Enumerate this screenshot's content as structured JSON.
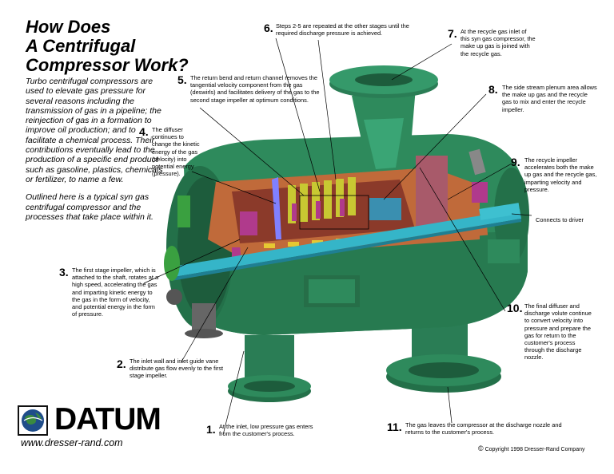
{
  "title": "How Does\nA Centrifugal\nCompressor Work?",
  "intro": [
    "Turbo centrifugal compressors are used to elevate gas pressure for several reasons including the transmission of gas in a pipeline; the reinjection of gas in a formation to improve oil production; and to facilitate a chemical process. Their contributions eventually lead to the production of a specific end product such as gasoline, plastics, chemicals or fertilizer, to name a few.",
    "Outlined here is a typical syn gas centrifugal compressor and the processes that take place within it."
  ],
  "callouts": [
    {
      "num": "1.",
      "text": "At the inlet, low pressure gas enters from the customer's process."
    },
    {
      "num": "2.",
      "text": "The inlet wall and inlet guide vane distribute gas flow evenly to the first stage impeller."
    },
    {
      "num": "3.",
      "text": "The first stage impeller, which is attached to the shaft, rotates at a high speed, accelerating the gas and imparting kinetic energy to the gas in the form of velocity, and potential energy in the form of pressure."
    },
    {
      "num": "4.",
      "text": "The diffuser continues to change the kinetic energy of the gas (velocity) into potential energy (pressure)."
    },
    {
      "num": "5.",
      "text": "The return bend and return channel removes the tangential velocity component from the gas (deswirls) and facilitates delivery of the gas to the second stage impeller at optimum conditions."
    },
    {
      "num": "6.",
      "text": "Steps 2-5 are repeated at the other stages until the required discharge pressure is achieved."
    },
    {
      "num": "7.",
      "text": "At the recycle gas inlet of this syn gas compressor, the make up gas is joined with the recycle gas."
    },
    {
      "num": "8.",
      "text": "The side stream plenum area allows the make up gas and the recycle gas to mix and enter the recycle impeller."
    },
    {
      "num": "9.",
      "text": "The recycle impeller accelerates both the make up gas and the recycle gas, imparting velocity and pressure."
    },
    {
      "num": "10.",
      "text": "The final diffuser and discharge volute continue to convert velocity into pressure and prepare the gas for return to the customer's process through the discharge nozzle."
    },
    {
      "num": "11.",
      "text": "The gas leaves the compressor at the discharge nozzle and returns to the customer's process."
    }
  ],
  "driver_label": "Connects to driver",
  "brand": {
    "name": "DATUM",
    "url": "www.dresser-rand.com"
  },
  "copyright": "Copyright 1998 Dresser-Rand Company",
  "colors": {
    "casing": "#2e8a5c",
    "casing_dark": "#1d5c3c",
    "shaft": "#35b5c8",
    "impeller": "#c8c832",
    "bearing": "#b03a8c",
    "copper": "#c06a3a"
  }
}
